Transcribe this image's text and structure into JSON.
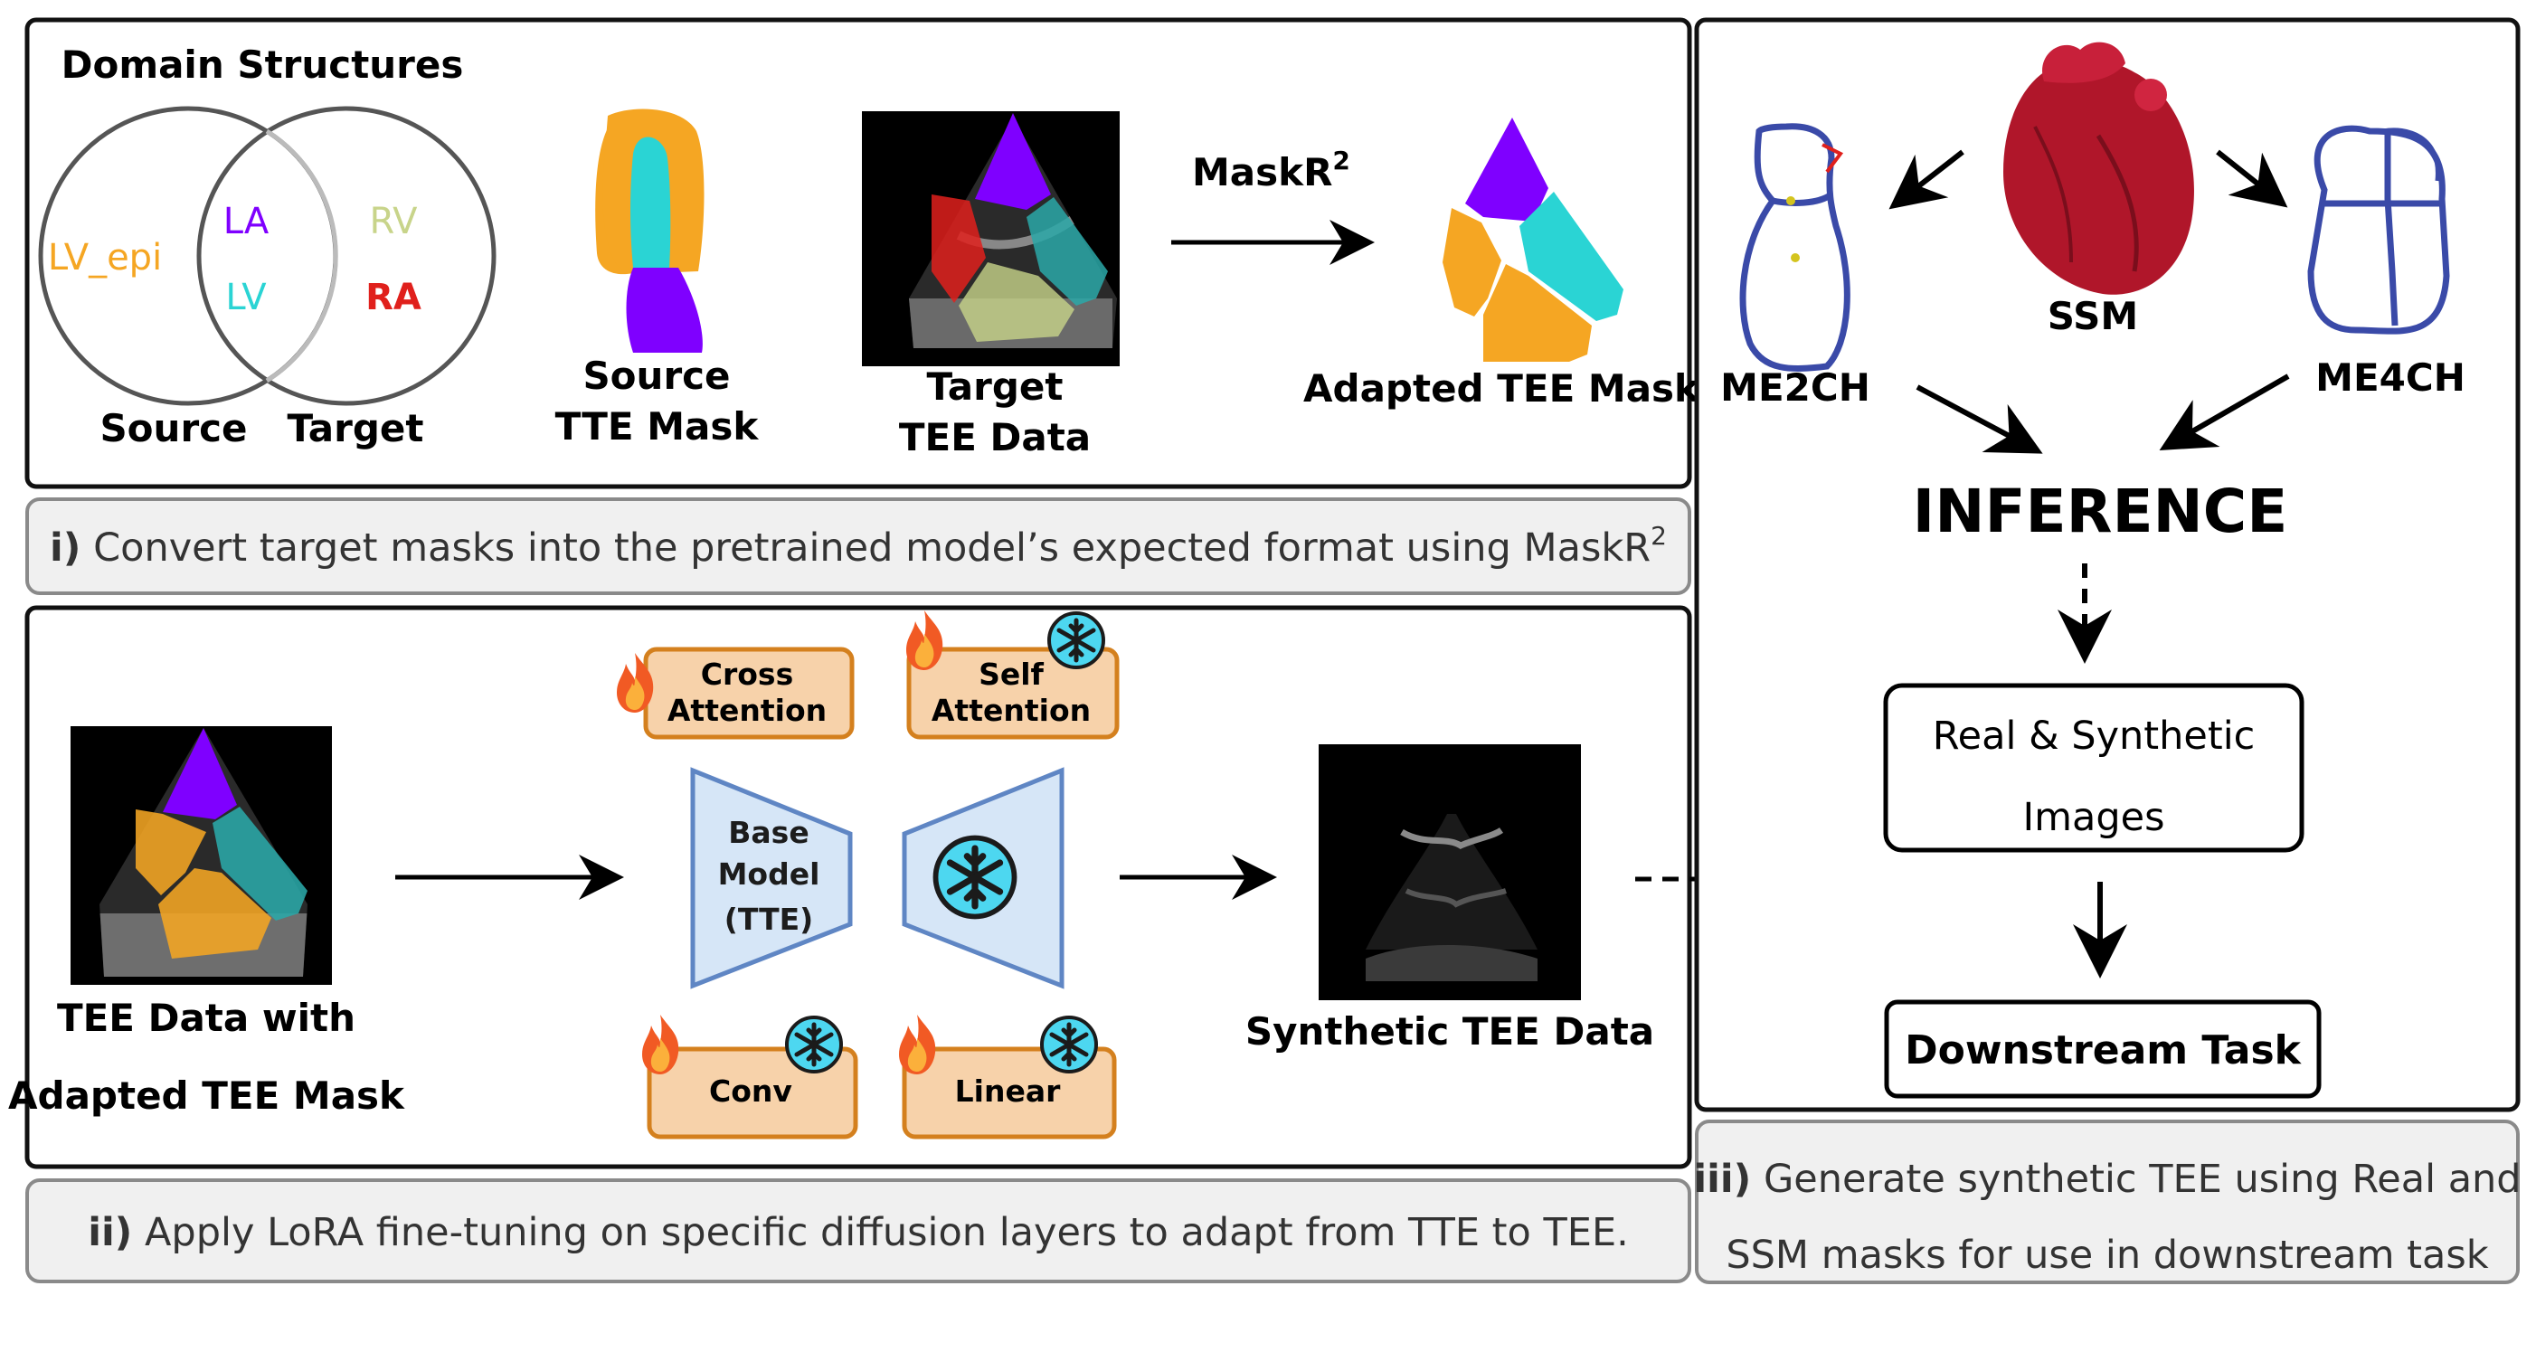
{
  "panel1": {
    "venn": {
      "title": "Domain Structures",
      "source_only": "LV_epi",
      "shared": [
        "LA",
        "LV"
      ],
      "target_only": [
        "RV",
        "RA"
      ],
      "source_label": "Source",
      "target_label": "Target"
    },
    "source_mask_label": [
      "Source",
      "TTE Mask"
    ],
    "target_data_label": [
      "Target",
      "TEE Data"
    ],
    "arrow_label": "MaskR",
    "arrow_label_sup": "2",
    "adapted_label": "Adapted TEE Mask"
  },
  "caption1": {
    "prefix": "i)",
    "text": "Convert target masks into the pretrained model’s expected format using MaskR",
    "sup": "2"
  },
  "panel2": {
    "input_label": [
      "TEE Data with",
      "Adapted TEE Mask"
    ],
    "layers": {
      "cross_attention": [
        "Cross",
        "Attention"
      ],
      "self_attention": [
        "Self",
        "Attention"
      ],
      "conv": "Conv",
      "linear": "Linear"
    },
    "base_model": [
      "Base",
      "Model",
      "(TTE)"
    ],
    "output_label": "Synthetic TEE Data"
  },
  "caption2": {
    "prefix": "ii)",
    "text": "Apply LoRA fine-tuning on specific diffusion layers to adapt from TTE to TEE."
  },
  "panel3": {
    "me2ch": "ME2CH",
    "ssm": "SSM",
    "me4ch": "ME4CH",
    "inference": "INFERENCE",
    "images_box": [
      "Real & Synthetic",
      "Images"
    ],
    "downstream": "Downstream Task"
  },
  "caption3": {
    "prefix": "iii)",
    "lines": [
      "Generate synthetic TEE using Real and",
      "SSM masks for use in downstream task"
    ]
  },
  "colors": {
    "lv_epi": "#f5a623",
    "la": "#7f00ff",
    "lv": "#2ad4d4",
    "rv": "#c8d48a",
    "ra": "#e0201c",
    "layer_fill": "#f7d2aa",
    "layer_stroke": "#d4801e",
    "model_fill": "#d6e6f7",
    "model_stroke": "#5f86c4",
    "heart": "#b0162a",
    "contour": "#3a4aa8"
  }
}
